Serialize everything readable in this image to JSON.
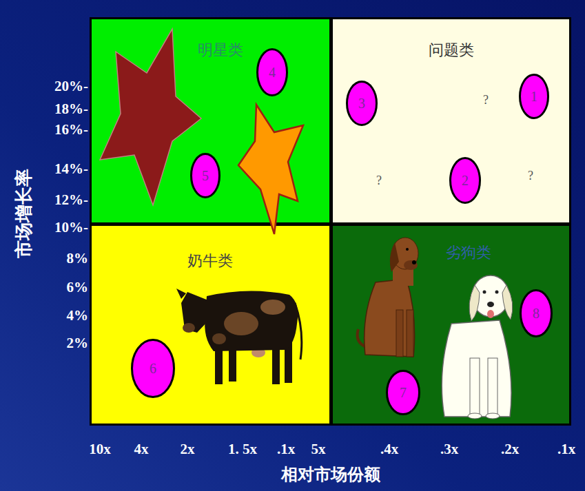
{
  "diagram": {
    "nodes": [
      {
        "text": [
          "明星类"
        ]
      },
      {
        "text": [
          "4"
        ],
        "in": 0
      },
      {
        "text": [
          "5"
        ],
        "in": 0
      },
      {
        "text": [
          "问题类"
        ]
      },
      {
        "text": [
          "3"
        ],
        "in": 3
      },
      {
        "text": [
          "1"
        ],
        "in": 3
      },
      {
        "text": [
          "2"
        ],
        "in": 3
      },
      {
        "text": [
          "奶牛类"
        ]
      },
      {
        "text": [
          "6"
        ],
        "in": 7
      },
      {
        "text": [
          "劣狗类"
        ]
      },
      {
        "text": [
          "8"
        ],
        "in": 9
      },
      {
        "text": [
          "7"
        ],
        "in": 9
      }
    ],
    "labels": [
      "市场增长率",
      "20%-",
      "18%-",
      "16%-",
      "14%-",
      "12%-",
      "10%-",
      "8%",
      "6%",
      "4%",
      "2%",
      "10x",
      "4x",
      "2x",
      "1. 5x",
      ".1x",
      "5x",
      ".4x",
      ".3x",
      ".2x",
      ".1x",
      "相对市场份额",
      "?",
      "?",
      "?"
    ]
  }
}
